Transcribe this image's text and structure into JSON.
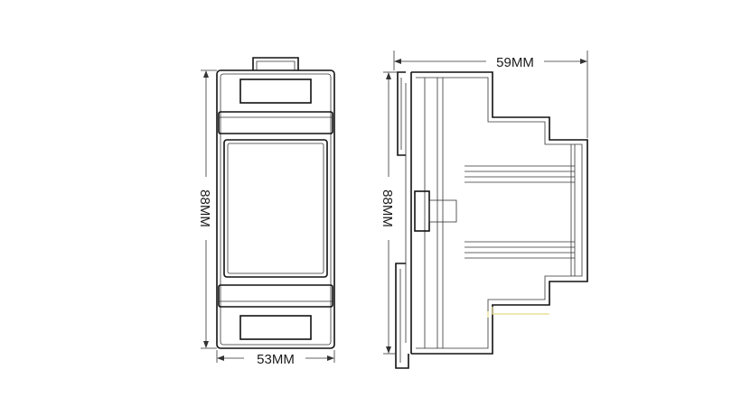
{
  "dimensions": {
    "front_width": "53MM",
    "front_height": "88MM",
    "side_height": "88MM",
    "side_depth": "59MM"
  },
  "colors": {
    "line": "#111111",
    "accent": "#e8d98a",
    "background": "#ffffff"
  }
}
